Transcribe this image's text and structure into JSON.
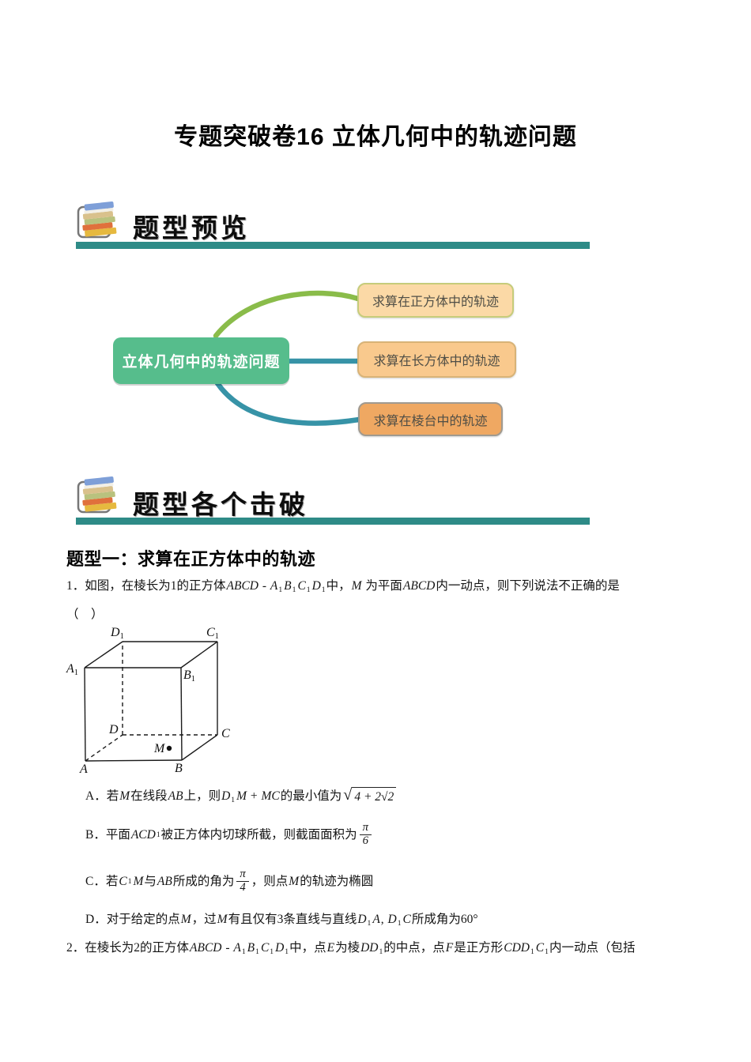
{
  "page_title": "专题突破卷16 立体几何中的轨迹问题",
  "banners": {
    "preview": "题型预览",
    "breakdown": "题型各个击破",
    "rule_color": "#2e8b87"
  },
  "mindmap": {
    "root": {
      "label": "立体几何中的轨迹问题",
      "fill": "#56bd8c"
    },
    "branches": [
      {
        "label": "求算在正方体中的轨迹",
        "fill": "#fbd9a6",
        "border": "#c6cc7a",
        "connector_color": "#8abc4a"
      },
      {
        "label": "求算在长方体中的轨迹",
        "fill": "#f9c98d",
        "border": "#d8b377",
        "connector_color": "#3793a7"
      },
      {
        "label": "求算在棱台中的轨迹",
        "fill": "#efa862",
        "border": "#a09a90",
        "connector_color": "#3793a7"
      }
    ]
  },
  "topic1": {
    "heading": "题型一：求算在正方体中的轨迹"
  },
  "q1": {
    "line1_runs": [
      [
        "1．如图，在棱长为1的正方体",
        ""
      ],
      [
        "ABCD",
        "i"
      ],
      [
        " - ",
        ""
      ],
      [
        "A",
        "i"
      ],
      [
        "1",
        "sub"
      ],
      [
        "B",
        "i"
      ],
      [
        "1",
        "sub"
      ],
      [
        "C",
        "i"
      ],
      [
        "1",
        "sub"
      ],
      [
        "D",
        "i"
      ],
      [
        "1",
        "sub"
      ],
      [
        "中，",
        ""
      ],
      [
        "M",
        "i"
      ],
      [
        " 为平面",
        ""
      ],
      [
        "ABCD",
        "i"
      ],
      [
        "内一动点，则下列说法不正确的是",
        ""
      ]
    ],
    "answer_blank": "（　）",
    "options": {
      "a_runs": [
        [
          "A．若",
          ""
        ],
        [
          "M",
          "i"
        ],
        [
          "在线段",
          ""
        ],
        [
          "AB",
          "i"
        ],
        [
          "上，则",
          ""
        ],
        [
          "D",
          "i"
        ],
        [
          "1",
          "sub"
        ],
        [
          "M",
          "i"
        ],
        [
          " + ",
          ""
        ],
        [
          "MC",
          "i"
        ],
        [
          "的最小值为",
          ""
        ],
        [
          "4 + 2√2",
          "sqrt"
        ]
      ],
      "b_runs": [
        [
          "B．平面",
          ""
        ],
        [
          "ACD",
          "i"
        ],
        [
          "1",
          "sub"
        ],
        [
          "被正方体内切球所截，则截面面积为",
          ""
        ],
        [
          "π/6",
          "frac"
        ]
      ],
      "c_runs": [
        [
          "C．若",
          ""
        ],
        [
          "C",
          "i"
        ],
        [
          "1",
          "sub"
        ],
        [
          "M",
          "i"
        ],
        [
          "与",
          ""
        ],
        [
          "AB",
          "i"
        ],
        [
          "所成的角为",
          ""
        ],
        [
          "π/4",
          "frac"
        ],
        [
          "，则点",
          ""
        ],
        [
          "M",
          "i"
        ],
        [
          "的轨迹为椭圆",
          ""
        ]
      ],
      "d_runs": [
        [
          "D．对于给定的点",
          ""
        ],
        [
          "M",
          "i"
        ],
        [
          "，过",
          ""
        ],
        [
          "M",
          "i"
        ],
        [
          "有且仅有3条直线与直线",
          ""
        ],
        [
          "D",
          "i"
        ],
        [
          "1",
          "sub"
        ],
        [
          "A",
          "i"
        ],
        [
          ", ",
          ""
        ],
        [
          "D",
          "i"
        ],
        [
          "1",
          "sub"
        ],
        [
          "C",
          "i"
        ],
        [
          "所成角为60°",
          ""
        ]
      ]
    }
  },
  "q2": {
    "line1_runs": [
      [
        "2．在棱长为2的正方体",
        ""
      ],
      [
        "ABCD",
        "i"
      ],
      [
        " - ",
        ""
      ],
      [
        "A",
        "i"
      ],
      [
        "1",
        "sub"
      ],
      [
        "B",
        "i"
      ],
      [
        "1",
        "sub"
      ],
      [
        "C",
        "i"
      ],
      [
        "1",
        "sub"
      ],
      [
        "D",
        "i"
      ],
      [
        "1",
        "sub"
      ],
      [
        "中，点",
        ""
      ],
      [
        "E",
        "i"
      ],
      [
        "为棱",
        ""
      ],
      [
        "DD",
        "i"
      ],
      [
        "1",
        "sub"
      ],
      [
        "的中点，点",
        ""
      ],
      [
        "F",
        "i"
      ],
      [
        "是正方形",
        ""
      ],
      [
        "CDD",
        "i"
      ],
      [
        "1",
        "sub"
      ],
      [
        "C",
        "i"
      ],
      [
        "1",
        "sub"
      ],
      [
        "内一动点（包括",
        ""
      ]
    ]
  },
  "figure": {
    "labels": {
      "A": "A",
      "B": "B",
      "C": "C",
      "D": "D",
      "M": "M",
      "A1": {
        "main": "A",
        "sub": "1"
      },
      "B1": {
        "main": "B",
        "sub": "1"
      },
      "C1": {
        "main": "C",
        "sub": "1"
      },
      "D1": {
        "main": "D",
        "sub": "1"
      }
    }
  }
}
